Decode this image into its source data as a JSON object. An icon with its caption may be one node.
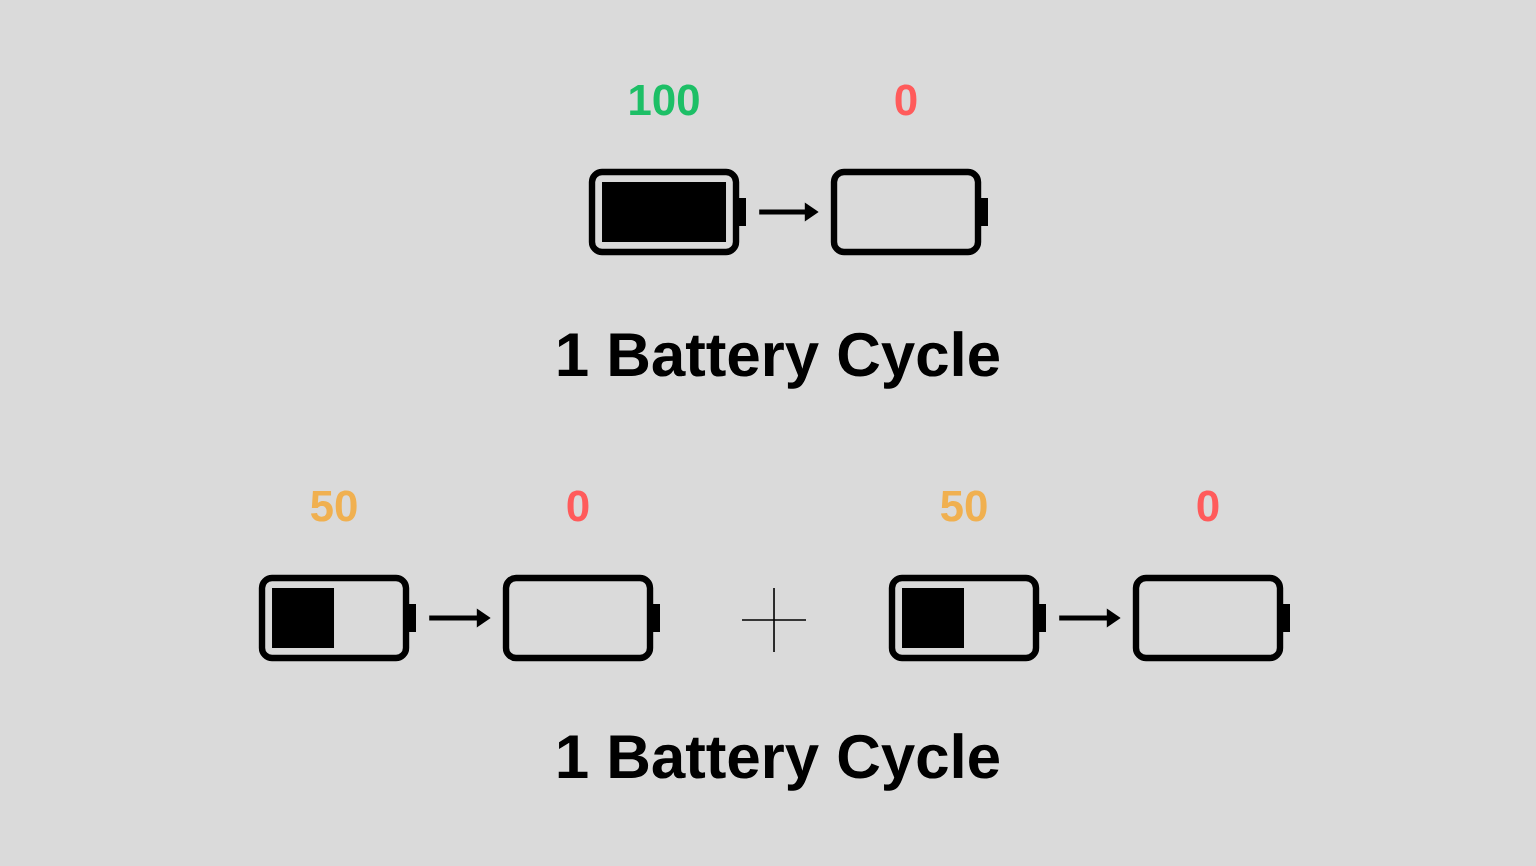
{
  "diagram": {
    "nodes": [
      {
        "text": [
          "100"
        ]
      },
      {
        "text": [
          "0"
        ]
      },
      {
        "text": [
          "50"
        ]
      },
      {
        "text": [
          "0"
        ]
      },
      {
        "text": [
          "50"
        ]
      },
      {
        "text": [
          "0"
        ]
      }
    ],
    "edges": [
      {
        "from": 0,
        "to": 1,
        "arrow": "to"
      },
      {
        "from": 2,
        "to": 3,
        "arrow": "to"
      },
      {
        "from": 4,
        "to": 5,
        "arrow": "to"
      }
    ],
    "labels": [
      "1 Battery Cycle",
      "1 Battery Cycle"
    ]
  }
}
